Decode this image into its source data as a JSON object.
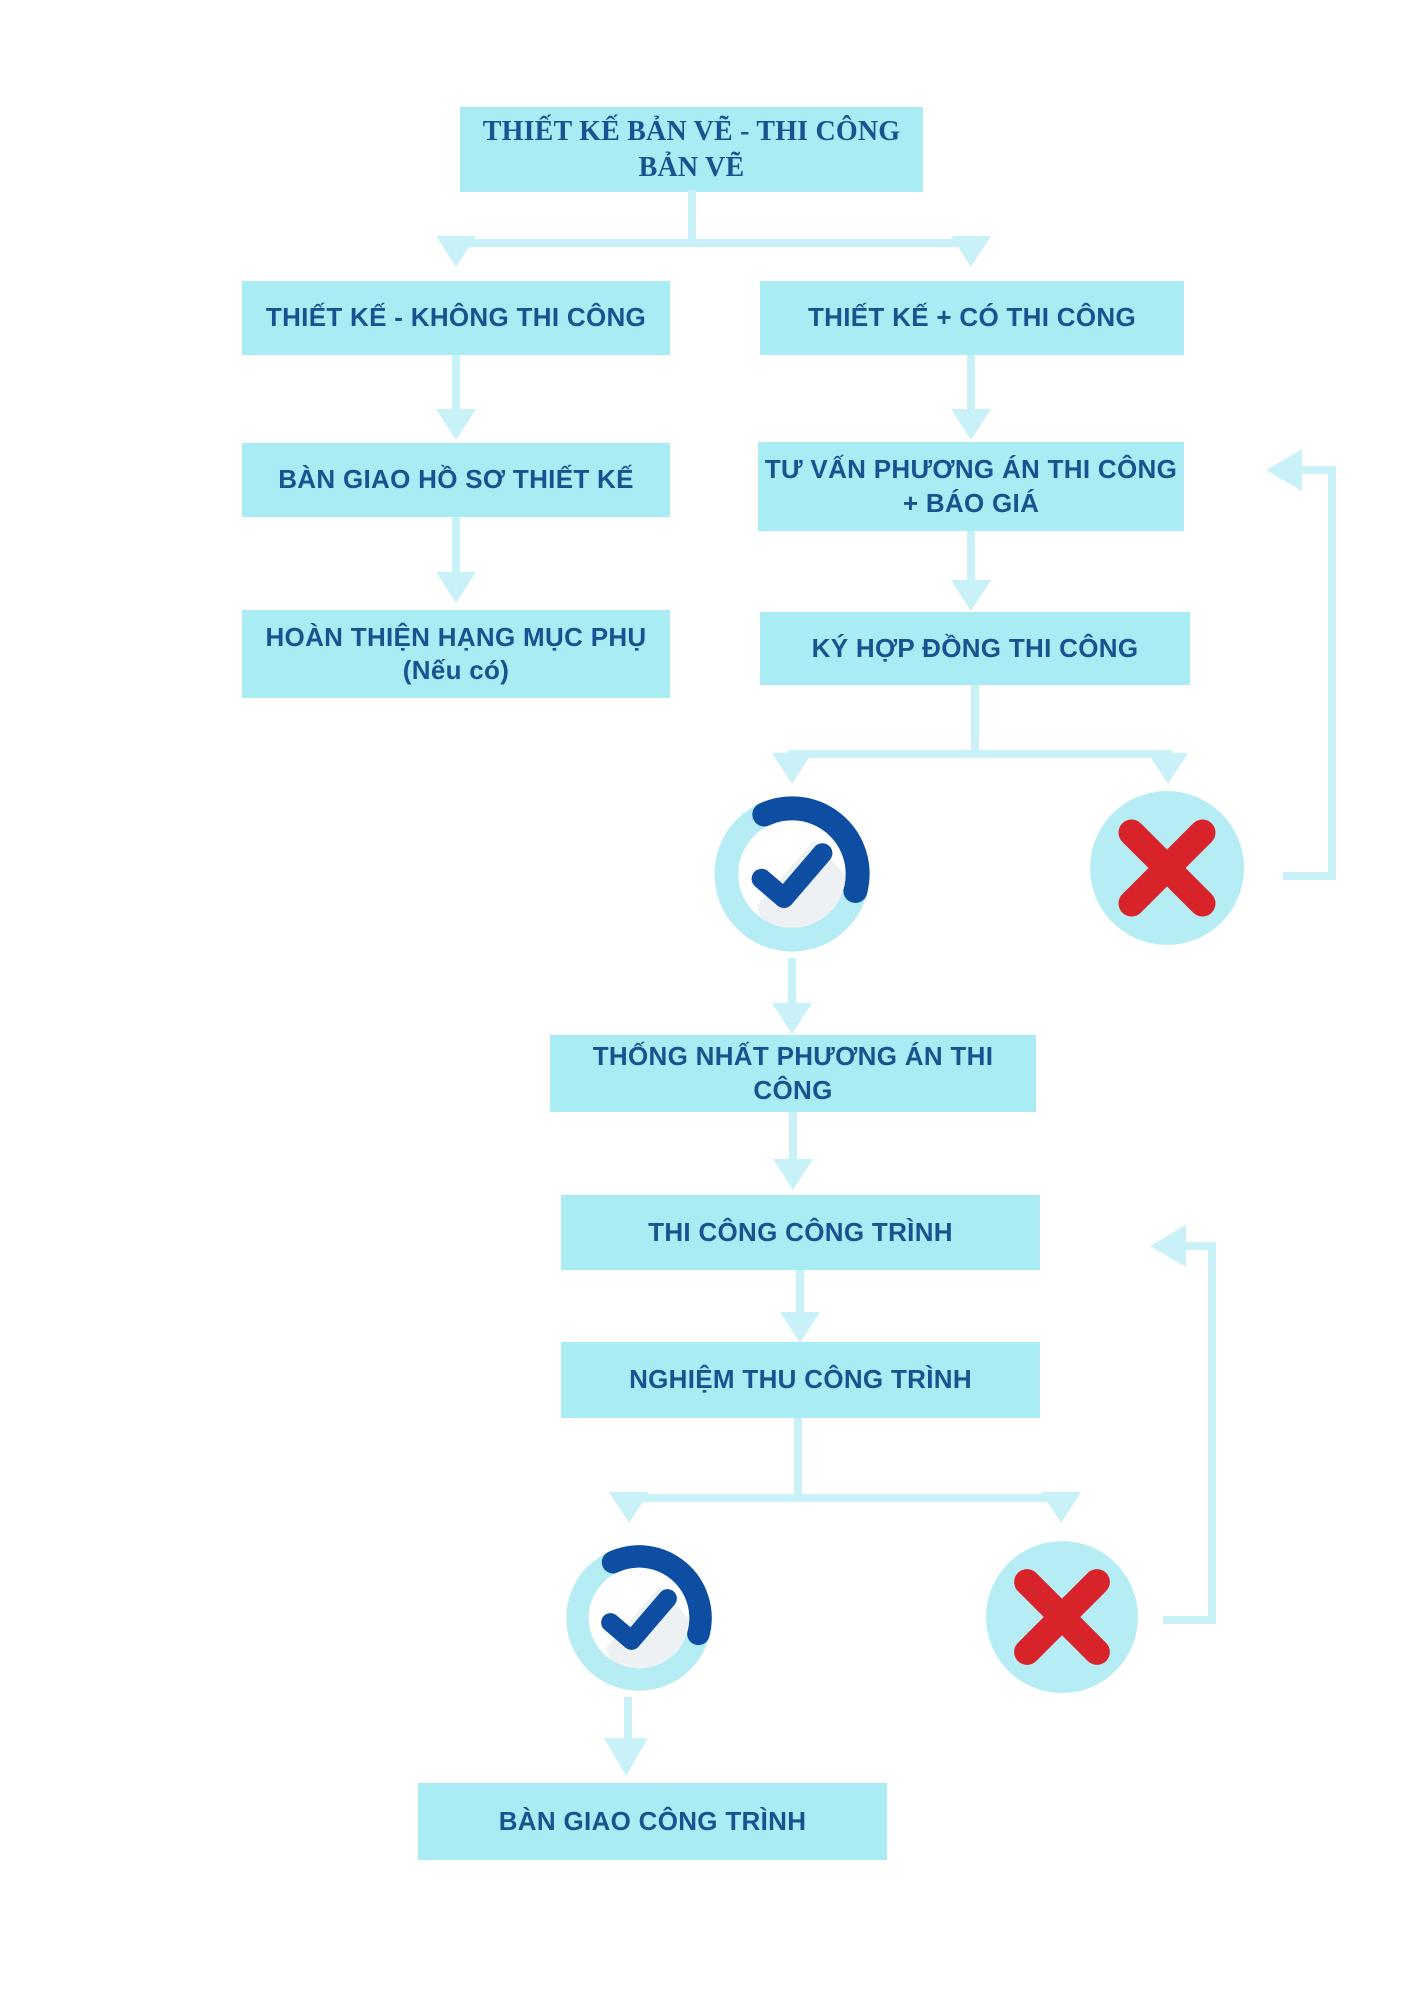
{
  "colors": {
    "background": "#ffffff",
    "box_fill": "#a9ecf3",
    "connector": "#c9f2f8",
    "text": "#17538f",
    "check_blue": "#0d4ea3",
    "cross_red": "#d8232a",
    "icon_circle": "#b6edf4"
  },
  "flowchart": {
    "title": "THIẾT KẾ BẢN VẼ - THI CÔNG BẢN VẼ",
    "left": {
      "step1": "THIẾT KẾ - KHÔNG THI CÔNG",
      "step2": "BÀN GIAO HỒ SƠ THIẾT KẾ",
      "step3_line1": "HOÀN THIỆN HẠNG MỤC PHỤ",
      "step3_line2": "(Nếu có)"
    },
    "right": {
      "step1": "THIẾT KẾ + CÓ THI CÔNG",
      "step2_line1": "TƯ VẤN PHƯƠNG ÁN THI CÔNG",
      "step2_line2": "+ BÁO GIÁ",
      "step3": "KÝ HỢP ĐỒNG THI CÔNG"
    },
    "main": {
      "step1": "THỐNG NHẤT PHƯƠNG ÁN THI CÔNG",
      "step2": "THI CÔNG CÔNG TRÌNH",
      "step3": "NGHIỆM THU CÔNG TRÌNH",
      "step4": "BÀN GIAO CÔNG TRÌNH"
    },
    "icons": {
      "approve": "check-icon",
      "reject": "cross-icon"
    }
  }
}
